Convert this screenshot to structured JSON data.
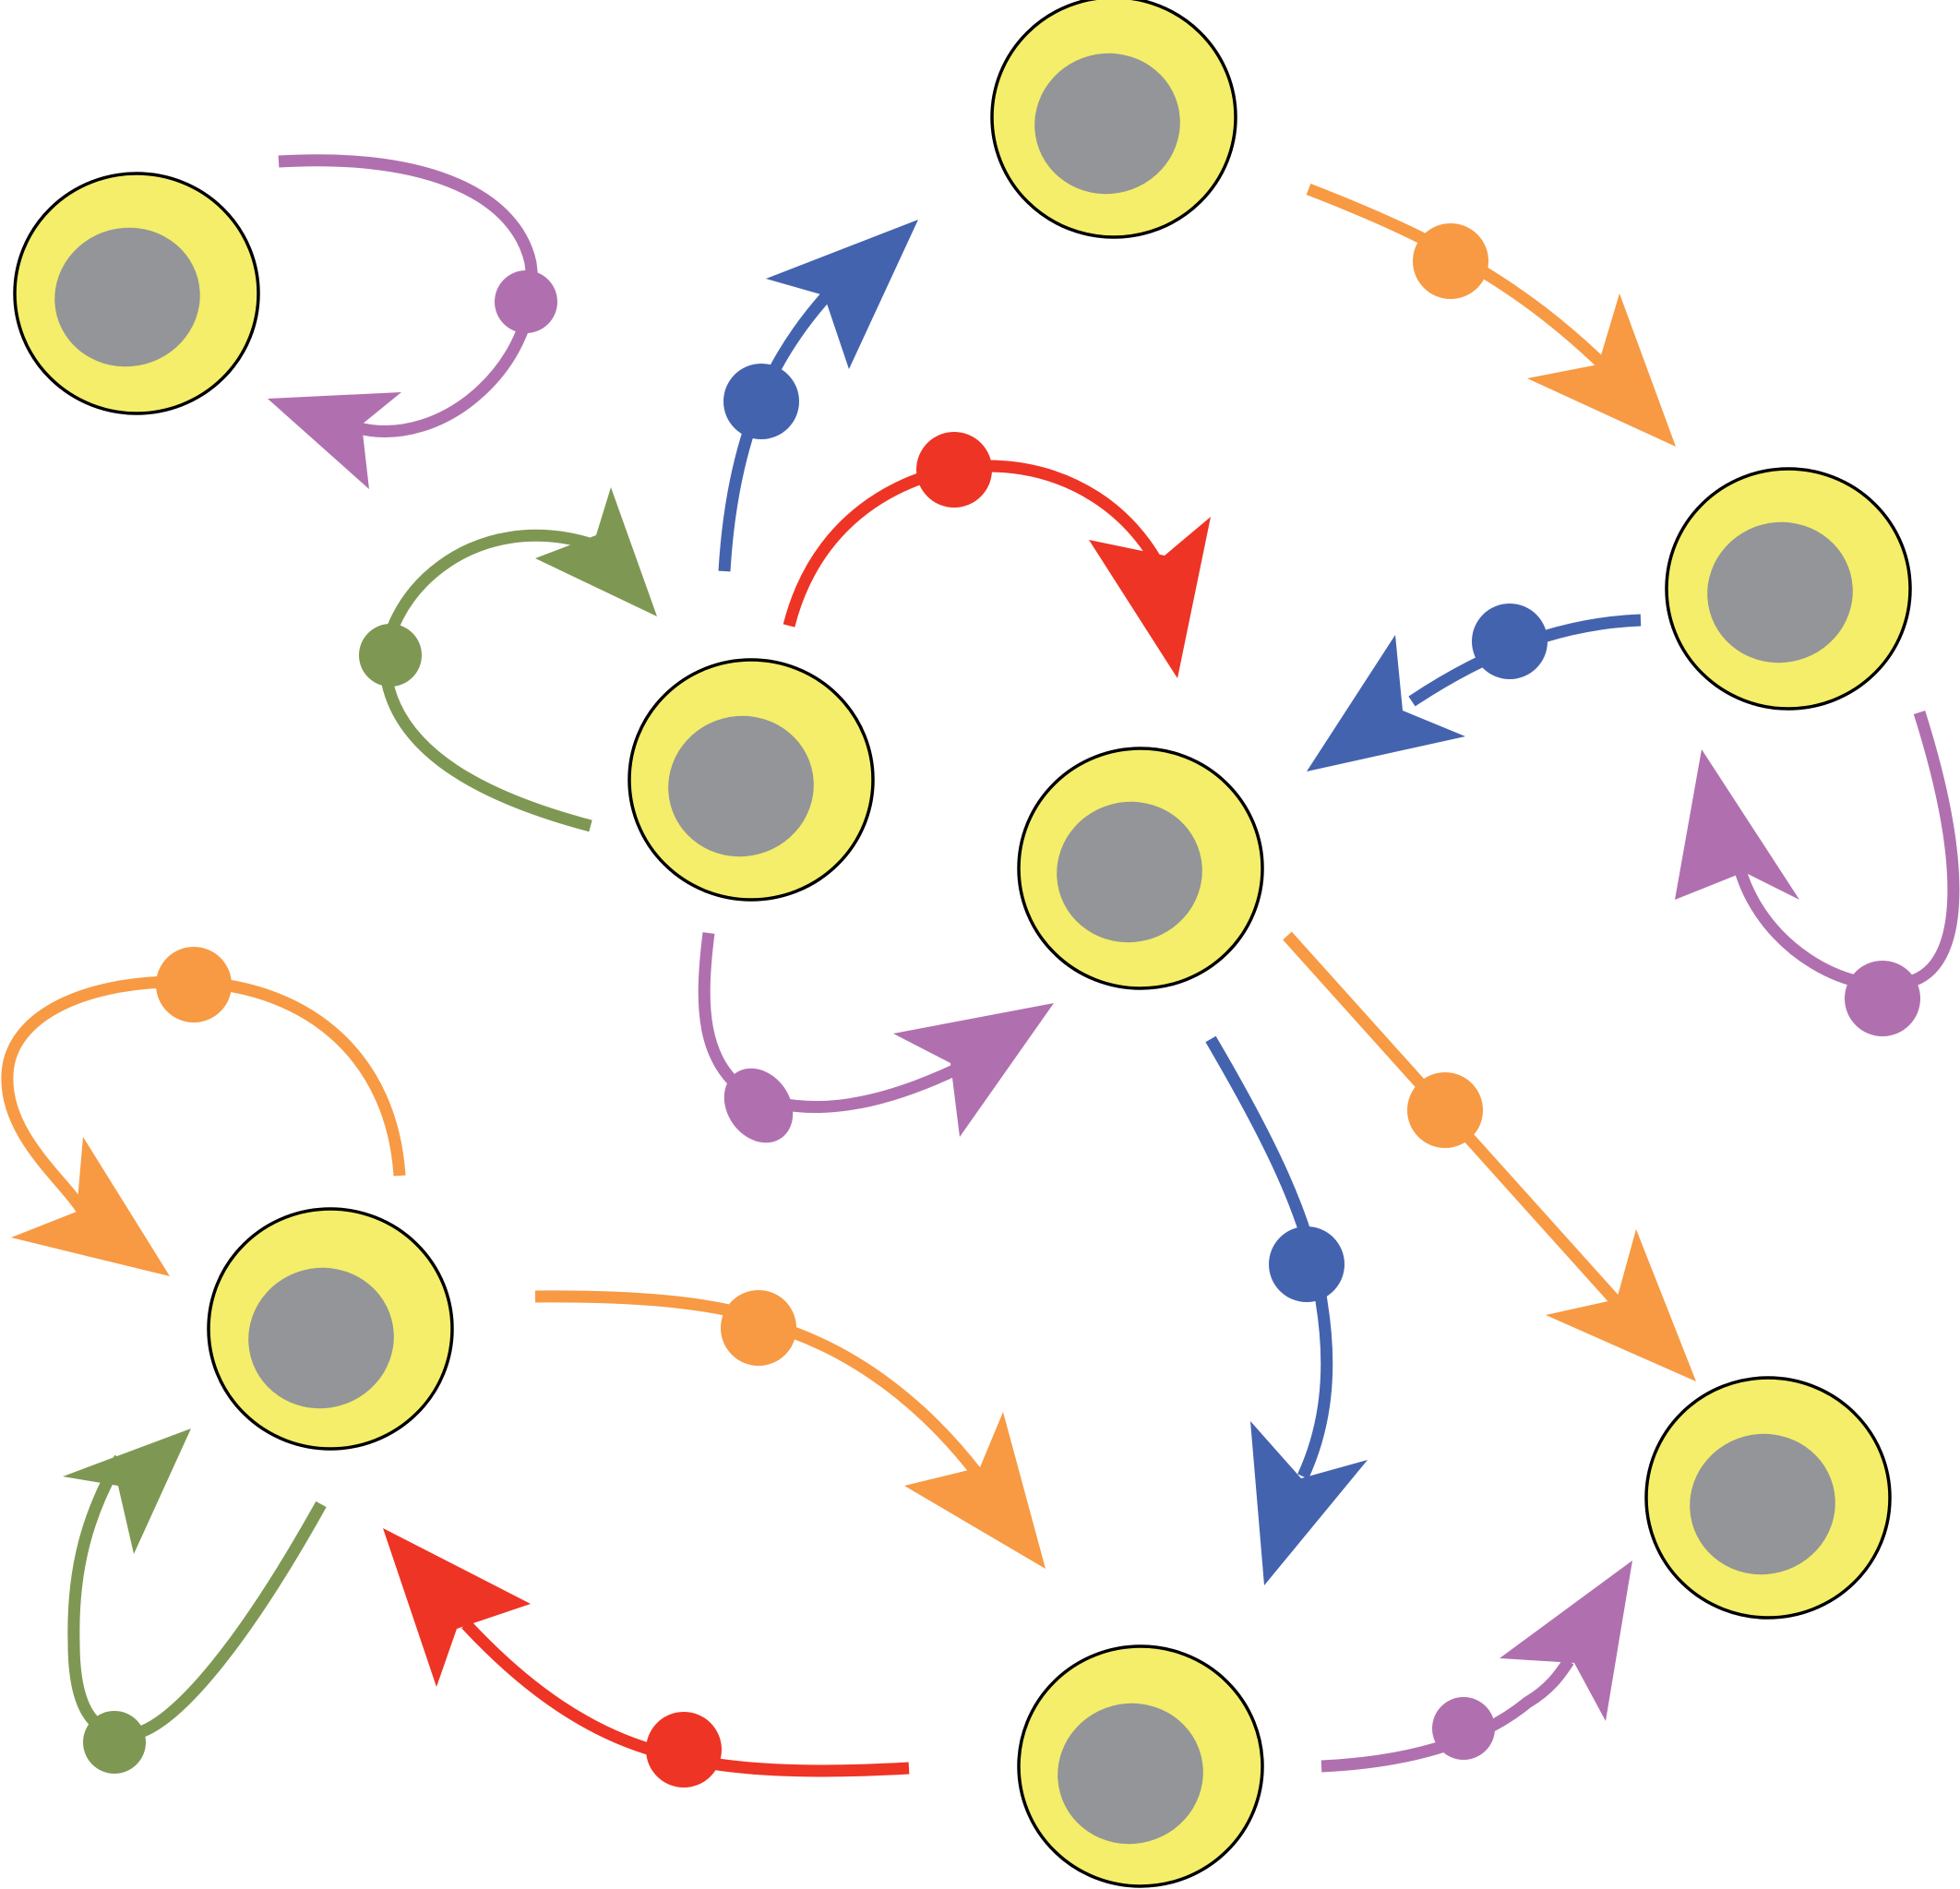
{
  "colors": {
    "cytoplasm": "#F4EE6A",
    "nucleus": "#939598",
    "outline": "#000000",
    "purple": "#B070AF",
    "blue": "#4463AE",
    "red": "#EE3424",
    "orange": "#F79A43",
    "green": "#7E9853"
  },
  "cells": [
    {
      "id": "cell-top-left"
    },
    {
      "id": "cell-top-center"
    },
    {
      "id": "cell-center-left"
    },
    {
      "id": "cell-right-upper"
    },
    {
      "id": "cell-center"
    },
    {
      "id": "cell-bottom-left"
    },
    {
      "id": "cell-right-lower"
    },
    {
      "id": "cell-bottom-center"
    }
  ],
  "connections": [
    {
      "id": "purple-self-top-left",
      "color": "purple"
    },
    {
      "id": "blue-centerleft-to-topcenter",
      "color": "blue"
    },
    {
      "id": "orange-topcenter-to-right",
      "color": "orange"
    },
    {
      "id": "red-centerleft-to-center",
      "color": "red"
    },
    {
      "id": "green-self-centerleft",
      "color": "green"
    },
    {
      "id": "blue-right-to-center",
      "color": "blue"
    },
    {
      "id": "purple-self-right",
      "color": "purple"
    },
    {
      "id": "purple-centerleft-to-center",
      "color": "purple"
    },
    {
      "id": "orange-center-to-rightlower",
      "color": "orange"
    },
    {
      "id": "blue-center-to-bottomcenter",
      "color": "blue"
    },
    {
      "id": "orange-self-bottomleft",
      "color": "orange"
    },
    {
      "id": "orange-bottomleft-to-bottomcenter",
      "color": "orange"
    },
    {
      "id": "green-self-bottomleft",
      "color": "green"
    },
    {
      "id": "red-bottomcenter-to-bottomleft",
      "color": "red"
    },
    {
      "id": "purple-bottomcenter-to-rightlower",
      "color": "purple"
    }
  ]
}
